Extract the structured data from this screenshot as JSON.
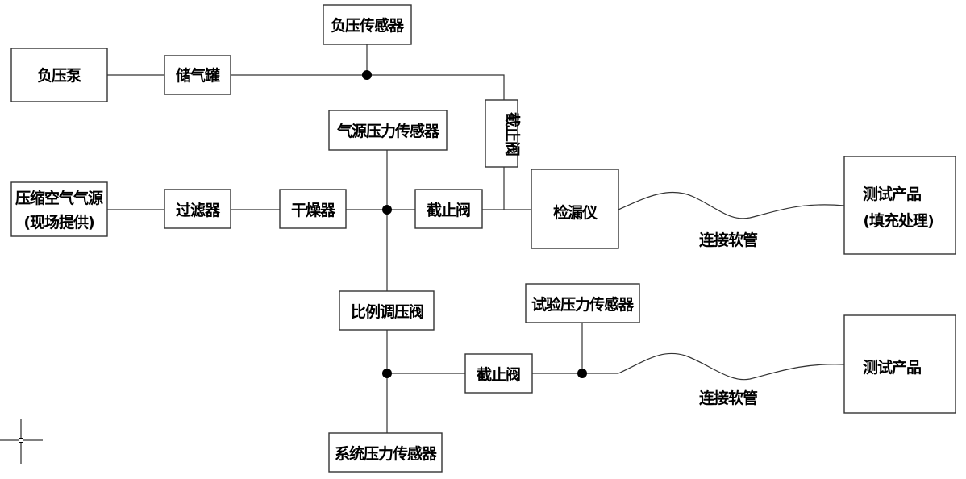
{
  "diagram": {
    "nodes": {
      "vacuum_pump": "负压泵",
      "gas_tank": "储气罐",
      "vacuum_sensor": "负压传感器",
      "shutoff_valve_vertical": "截止阀",
      "source_pressure_sensor": "气源压力传感器",
      "compressed_air_source_line1": "压缩空气气源",
      "compressed_air_source_line2": "(现场提供)",
      "filter": "过滤器",
      "dryer": "干燥器",
      "shutoff_valve_upper": "截止阀",
      "leak_detector": "检漏仪",
      "test_product_filled_line1": "测试产品",
      "test_product_filled_line2": "(填充处理)",
      "proportional_valve": "比例调压阀",
      "test_pressure_sensor": "试验压力传感器",
      "shutoff_valve_lower": "截止阀",
      "test_product": "测试产品",
      "system_pressure_sensor": "系统压力传感器"
    },
    "hoses": {
      "upper_label": "连接软管",
      "lower_label": "连接软管"
    },
    "connections": [
      [
        "负压泵",
        "储气罐"
      ],
      [
        "储气罐",
        "junction-vacuum"
      ],
      [
        "负压传感器",
        "junction-vacuum"
      ],
      [
        "junction-vacuum",
        "截止阀(竖)"
      ],
      [
        "截止阀(竖)",
        "检漏仪"
      ],
      [
        "压缩空气气源",
        "过滤器"
      ],
      [
        "过滤器",
        "干燥器"
      ],
      [
        "干燥器",
        "junction-source"
      ],
      [
        "气源压力传感器",
        "junction-source"
      ],
      [
        "junction-source",
        "截止阀"
      ],
      [
        "截止阀",
        "检漏仪"
      ],
      [
        "检漏仪",
        "测试产品(填充处理)"
      ],
      [
        "junction-source",
        "比例调压阀"
      ],
      [
        "比例调压阀",
        "junction-system"
      ],
      [
        "junction-system",
        "系统压力传感器"
      ],
      [
        "junction-system",
        "截止阀(下)"
      ],
      [
        "截止阀(下)",
        "junction-test"
      ],
      [
        "试验压力传感器",
        "junction-test"
      ],
      [
        "junction-test",
        "测试产品"
      ]
    ]
  }
}
